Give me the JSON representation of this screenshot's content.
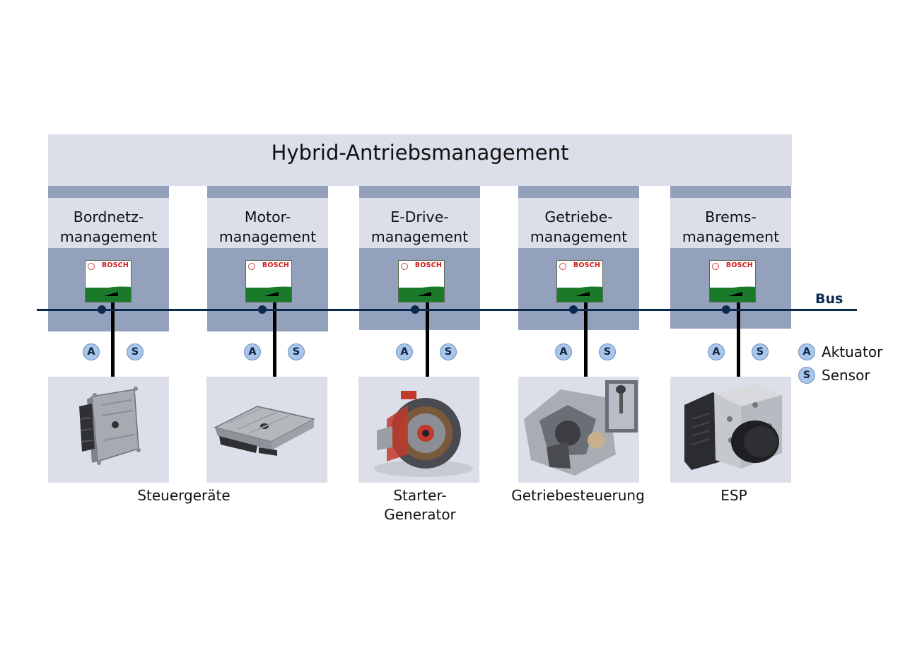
{
  "title": "Hybrid-Antriebsmanagement",
  "bus_label": "Bus",
  "ecu_logo": "BOSCH",
  "modules": [
    {
      "label": "Bordnetz-\nmanagement"
    },
    {
      "label": "Motor-\nmanagement"
    },
    {
      "label": "E-Drive-\nmanagement"
    },
    {
      "label": "Getriebe-\nmanagement"
    },
    {
      "label": "Brems-\nmanagement"
    }
  ],
  "badge_a": "A",
  "badge_s": "S",
  "legend": {
    "actuator_letter": "A",
    "actuator": "Aktuator",
    "sensor_letter": "S",
    "sensor": "Sensor"
  },
  "captions": {
    "steuergeraete": "Steuergeräte",
    "starter_generator": "Starter-\nGenerator",
    "getriebesteuerung": "Getriebesteuerung",
    "esp": "ESP"
  },
  "colors": {
    "banner": "#dcdfe9",
    "module_body": "#94a1bd",
    "bus": "#0c2a4e",
    "badge": "#a9c6ea",
    "ecu_green": "#1b7a2a",
    "bosch_red": "#d01b1b"
  }
}
